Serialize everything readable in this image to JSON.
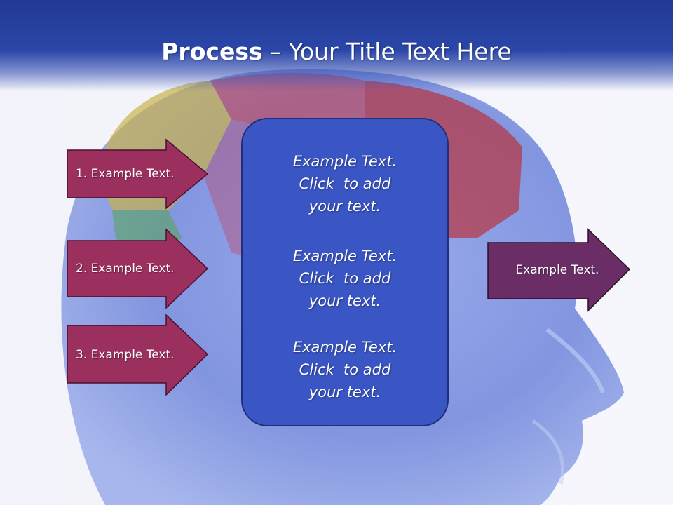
{
  "slide": {
    "title_bold": "Process",
    "title_rest": " – Your Title Text Here"
  },
  "left_arrows": [
    {
      "label": "1. Example Text."
    },
    {
      "label": "2. Example Text."
    },
    {
      "label": "3. Example Text."
    }
  ],
  "center_box": {
    "blocks": [
      {
        "line1": "Example Text.",
        "line2": "Click  to add",
        "line3": "your text."
      },
      {
        "line1": "Example Text.",
        "line2": "Click  to add",
        "line3": "your text."
      },
      {
        "line1": "Example Text.",
        "line2": "Click  to add",
        "line3": "your text."
      }
    ]
  },
  "right_arrow": {
    "label": "Example Text."
  },
  "colors": {
    "header": "#223a93",
    "left_arrow_fill": "#9b2f5e",
    "right_arrow_fill": "#6a2d66",
    "center_box_fill": "#3a55c4"
  }
}
